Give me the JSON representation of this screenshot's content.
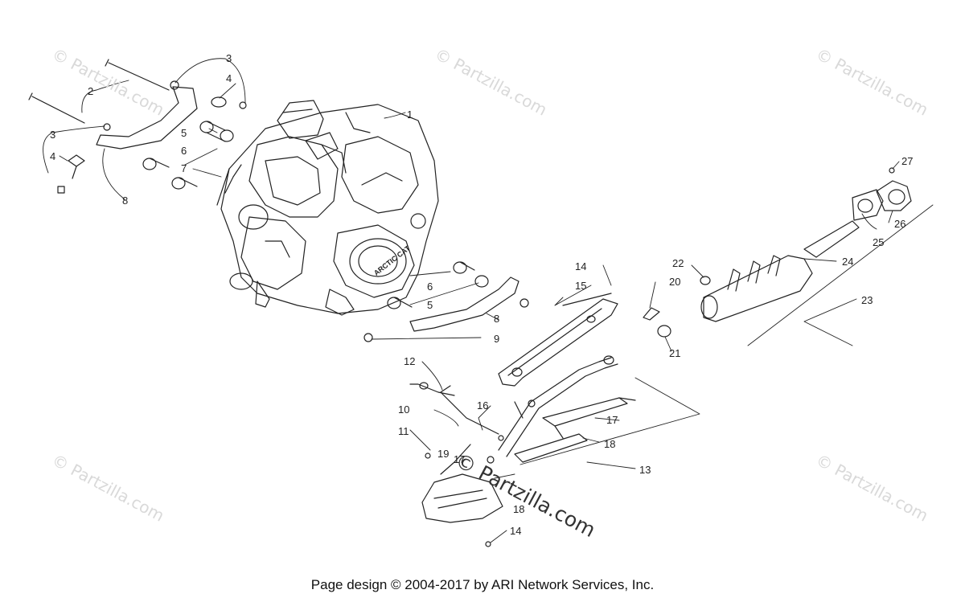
{
  "callouts": [
    "1",
    "2",
    "3",
    "3",
    "4",
    "4",
    "5",
    "5",
    "6",
    "6",
    "7",
    "8",
    "8",
    "9",
    "10",
    "11",
    "12",
    "13",
    "14",
    "14",
    "15",
    "16",
    "17",
    "17",
    "18",
    "18",
    "19",
    "20",
    "21",
    "22",
    "23",
    "24",
    "25",
    "26",
    "27"
  ],
  "watermark": "© Partzilla.com",
  "footer": "Page design © 2004-2017 by ARI Network Services, Inc.",
  "engine_brand": "ARCTIC CAT"
}
